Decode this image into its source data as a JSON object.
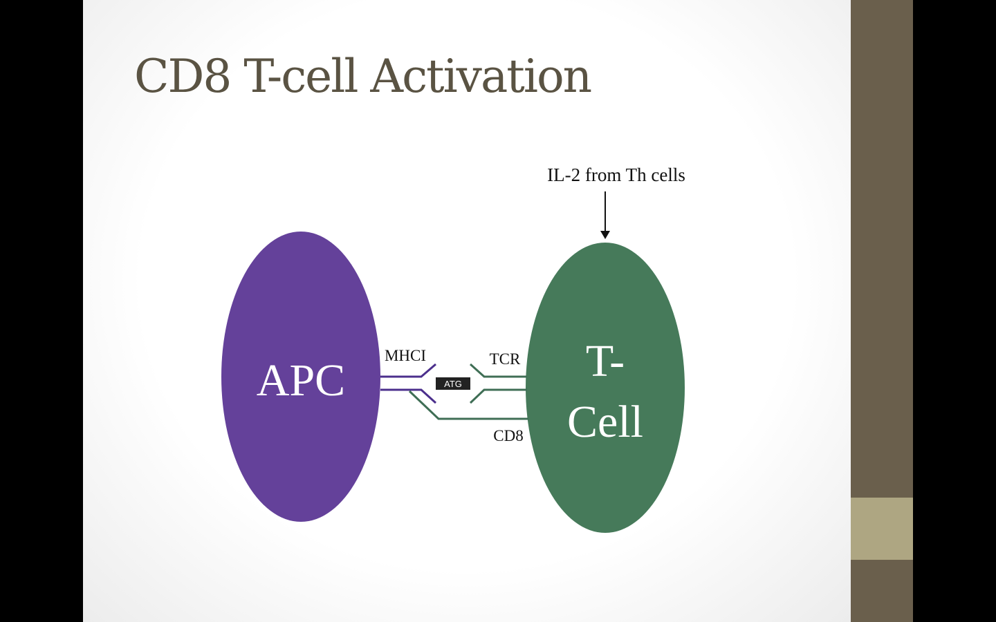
{
  "slide": {
    "title": "CD8 T-cell Activation",
    "diagram": {
      "il2_label": "IL-2 from Th cells",
      "apc_label": "APC",
      "tcell_label_line1": "T-",
      "tcell_label_line2": "Cell",
      "mhci_label": "MHCI",
      "tcr_label": "TCR",
      "cd8_label": "CD8",
      "antigen_label": "ATG"
    }
  },
  "colors": {
    "apc": "#64419a",
    "tcell": "#467a5a",
    "purple_line": "#4b2f8c",
    "green_line": "#3f6e55",
    "band": "#6a5f4c",
    "band_accent": "#aea682",
    "title": "#5a5343"
  }
}
